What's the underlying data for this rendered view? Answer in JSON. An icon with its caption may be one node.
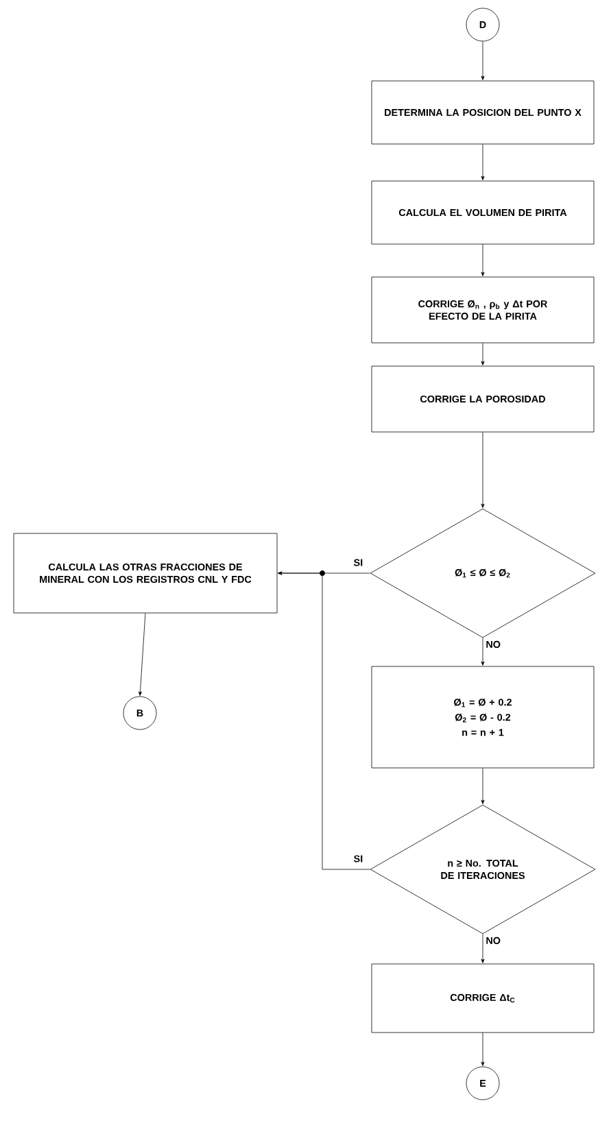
{
  "diagram": {
    "nodes": [
      {
        "text": [
          "D"
        ]
      },
      {
        "text": [
          "DETERMINA LA POSICION DEL PUNTO X"
        ]
      },
      {
        "text": [
          "CALCULA EL VOLUMEN DE PIRITA"
        ]
      },
      {
        "text": [
          "CORRIGE Ø$_{n}$ , ρ$_{b}$ y Δt POR EFECTO DE LA PIRITA"
        ]
      },
      {
        "text": [
          "CORRIGE LA POROSIDAD"
        ]
      },
      {
        "text": [
          "Ø$_{1}$ ≤ Ø ≤ Ø$_{2}$"
        ]
      },
      {
        "text": [
          "CALCULA LAS OTRAS FRACCIONES DE MINERAL CON LOS REGISTROS CNL Y FDC"
        ]
      },
      {
        "text": [
          "B"
        ]
      },
      {
        "text": [
          "Ø$_{1}$ = Ø + 0.2",
          "Ø$_{2}$ = Ø - 0.2",
          "n = n + 1"
        ]
      },
      {
        "text": [
          "n ≥ No. TOTAL DE ITERACIONES"
        ]
      },
      {
        "text": [
          "CORRIGE Δt$_{C}$"
        ]
      },
      {
        "text": [
          "E"
        ]
      }
    ],
    "edges": [
      {
        "from": 0,
        "to": 1,
        "arrow": "to"
      },
      {
        "from": 1,
        "to": 2,
        "arrow": "to"
      },
      {
        "from": 2,
        "to": 3,
        "arrow": "to"
      },
      {
        "from": 3,
        "to": 4,
        "arrow": "to"
      },
      {
        "from": 4,
        "to": 5,
        "arrow": "to"
      },
      {
        "from": 5,
        "to": 8,
        "arrow": "to",
        "label": "NO"
      },
      {
        "from": 8,
        "to": 9,
        "arrow": "to"
      },
      {
        "from": 9,
        "to": 10,
        "arrow": "to",
        "label": "NO"
      },
      {
        "from": 10,
        "to": 11,
        "arrow": "to"
      },
      {
        "from": 5,
        "to": 6,
        "arrow": "to",
        "label": "SI"
      },
      {
        "from": 9,
        "to": 6,
        "arrow": "to",
        "label": "SI"
      },
      {
        "from": 6,
        "to": 7,
        "arrow": "to"
      }
    ]
  }
}
